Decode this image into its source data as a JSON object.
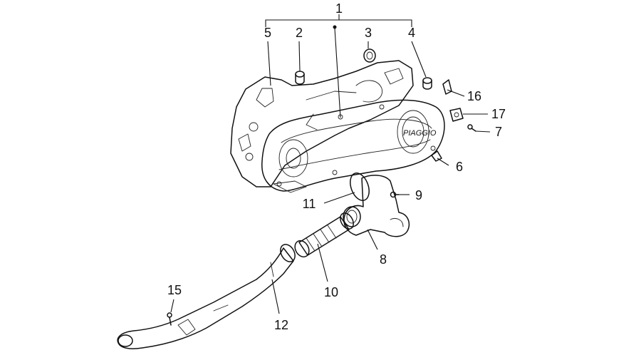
{
  "callouts": [
    {
      "id": "1",
      "label": "1"
    },
    {
      "id": "2",
      "label": "2"
    },
    {
      "id": "3",
      "label": "3"
    },
    {
      "id": "4",
      "label": "4"
    },
    {
      "id": "5",
      "label": "5"
    },
    {
      "id": "6",
      "label": "6"
    },
    {
      "id": "7",
      "label": "7"
    },
    {
      "id": "8",
      "label": "8"
    },
    {
      "id": "9",
      "label": "9"
    },
    {
      "id": "10",
      "label": "10"
    },
    {
      "id": "11",
      "label": "11"
    },
    {
      "id": "12",
      "label": "12"
    },
    {
      "id": "15",
      "label": "15"
    },
    {
      "id": "16",
      "label": "16"
    },
    {
      "id": "17",
      "label": "17"
    }
  ],
  "cover_logo_text": "PIAGGIO"
}
